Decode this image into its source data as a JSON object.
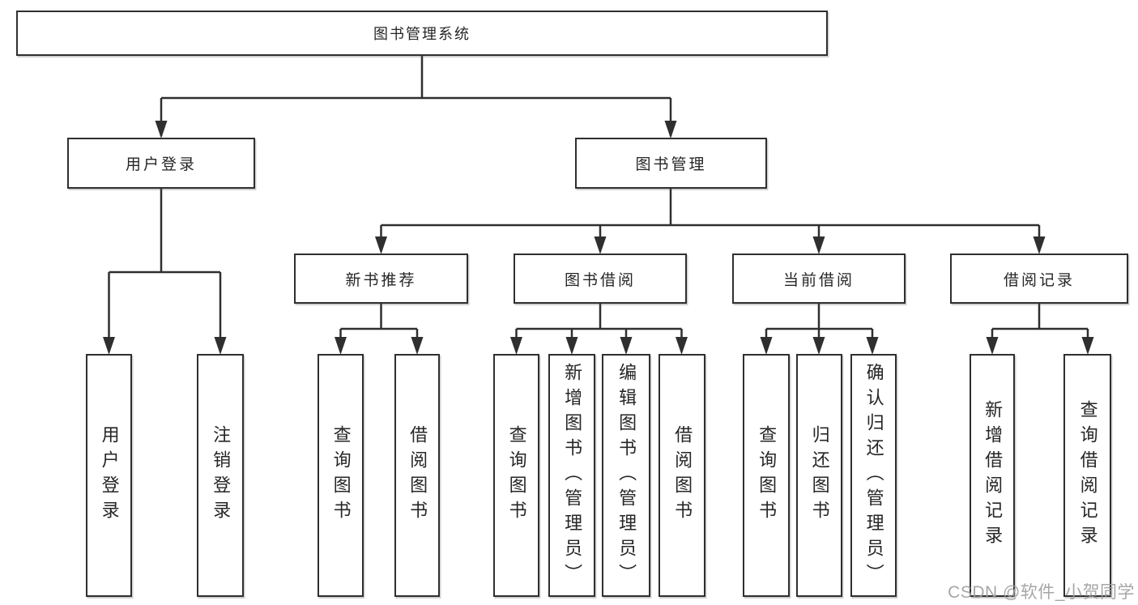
{
  "tree": {
    "root": {
      "label": "图书管理系统"
    },
    "branches": [
      {
        "label": "用户登录",
        "children": [
          {
            "label": "用户登录"
          },
          {
            "label": "注销登录"
          }
        ]
      },
      {
        "label": "图书管理",
        "groups": [
          {
            "label": "新书推荐",
            "children": [
              {
                "label": "查询图书"
              },
              {
                "label": "借阅图书"
              }
            ]
          },
          {
            "label": "图书借阅",
            "children": [
              {
                "label": "查询图书"
              },
              {
                "label": "新增图书（管理员）"
              },
              {
                "label": "编辑图书（管理员）"
              },
              {
                "label": "借阅图书"
              }
            ]
          },
          {
            "label": "当前借阅",
            "children": [
              {
                "label": "查询图书"
              },
              {
                "label": "归还图书"
              },
              {
                "label": "确认归还（管理员）"
              }
            ]
          },
          {
            "label": "借阅记录",
            "children": [
              {
                "label": "新增借阅记录"
              },
              {
                "label": "查询借阅记录"
              }
            ]
          }
        ]
      }
    ]
  },
  "colors": {
    "line": "#2f2f2f",
    "box_border": "#2f2f2f",
    "text": "#262626",
    "watermark": "#9e9e9e"
  },
  "watermark": {
    "text": "CSDN @软件_小贺同学"
  }
}
